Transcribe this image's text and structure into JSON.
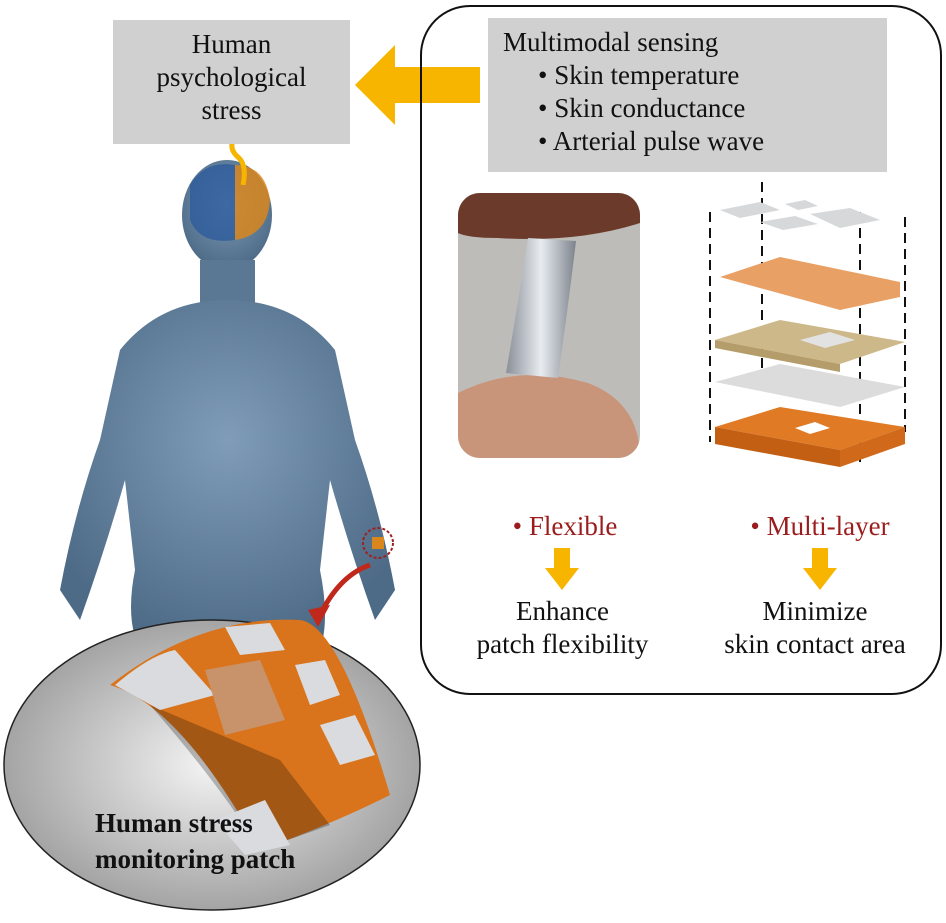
{
  "stress_box": {
    "lines": [
      "Human",
      "psychological",
      "stress"
    ]
  },
  "sensing_box": {
    "title": "Multimodal sensing",
    "items": [
      "Skin temperature",
      "Skin conductance",
      "Arterial pulse wave"
    ],
    "bullet": "•"
  },
  "features": [
    {
      "label": "Flexible",
      "result_lines": [
        "Enhance",
        "patch flexibility"
      ]
    },
    {
      "label": "Multi-layer",
      "result_lines": [
        "Minimize",
        "skin contact area"
      ]
    }
  ],
  "patch_caption": {
    "lines": [
      "Human stress",
      "monitoring patch"
    ]
  },
  "colors": {
    "arrow": "#f7b500",
    "orange": "#d9741c",
    "body": "#5f7c97",
    "gray_box": "#d0d0d0",
    "accent_red": "#9b1c1c"
  }
}
